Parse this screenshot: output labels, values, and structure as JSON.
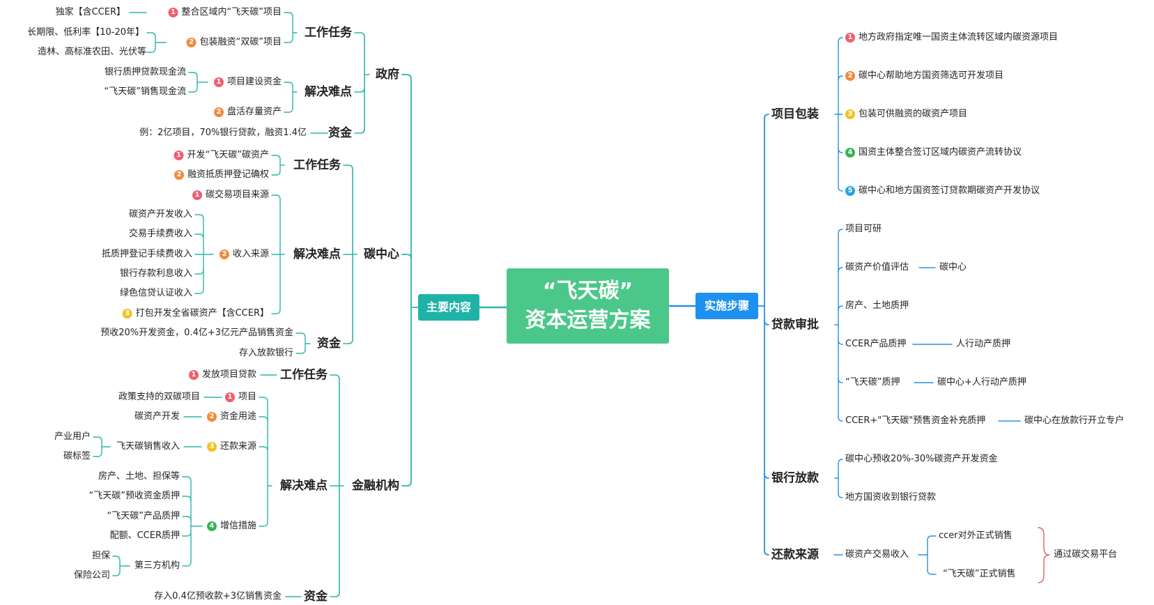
{
  "center": {
    "line1": "“飞天碳”",
    "line2": "资本运营方案"
  },
  "left_main": "主要内容",
  "right_main": "实施步骤",
  "gov": {
    "title": "政府",
    "task_title": "工作任务",
    "task1": "整合区域内“飞天碳”项目",
    "task1_sub": "独家【含CCER】",
    "task2": "包装融资“双碳”项目",
    "task2_sub1": "长期限、低利率【10-20年】",
    "task2_sub2": "造林、高标准农田、光伏等",
    "diff_title": "解决难点",
    "diff1": "项目建设资金",
    "diff1_sub1": "银行质押贷款现金流",
    "diff1_sub2": "“飞天碳”销售现金流",
    "diff2": "盘活存量资产",
    "fund_title": "资金",
    "fund_text": "例：2亿项目，70%银行贷款，融资1.4亿"
  },
  "carbon": {
    "title": "碳中心",
    "task_title": "工作任务",
    "task1": "开发“飞天碳”碳资产",
    "task2": "融资抵质押登记确权",
    "diff_title": "解决难点",
    "diff1": "碳交易项目来源",
    "diff2": "收入来源",
    "diff2_subs": [
      "碳资产开发收入",
      "交易手续费收入",
      "抵质押登记手续费收入",
      "银行存款利息收入",
      "绿色信贷认证收入"
    ],
    "diff3": "打包开发全省碳资产【含CCER】",
    "fund_title": "资金",
    "fund1": "预收20%开发资金，0.4亿+3亿元产品销售资金",
    "fund2": "存入放款银行"
  },
  "fin": {
    "title": "金融机构",
    "task_title": "工作任务",
    "task1": "发放项目贷款",
    "diff_title": "解决难点",
    "d1": "项目",
    "d1_sub": "政策支持的双碳项目",
    "d2": "资金用途",
    "d2_sub": "碳资产开发",
    "d3": "还款来源",
    "d3_sub": "飞天碳销售收入",
    "d3_subsub1": "产业用户",
    "d3_subsub2": "碳标签",
    "d4": "增信措施",
    "d4_subs": [
      "房产、土地、担保等",
      "“飞天碳”预收资金质押",
      "“飞天碳”产品质押",
      "配额、CCER质押"
    ],
    "d4_third": "第三方机构",
    "d4_third_sub1": "担保",
    "d4_third_sub2": "保险公司",
    "fund_title": "资金",
    "fund_text": "存入0.4亿预收款+3亿销售资金"
  },
  "pack": {
    "title": "项目包装",
    "items": [
      "地方政府指定唯一国资主体流转区域内碳资源项目",
      "碳中心帮助地方国资筛选可开发项目",
      "包装可供融资的碳资产项目",
      "国资主体整合签订区域内碳资产流转协议",
      "碳中心和地方国资签订贷款期碳资产开发协议"
    ]
  },
  "loan": {
    "title": "贷款审批",
    "i1": "项目可研",
    "i2": "碳资产价值评估",
    "i2_sub": "碳中心",
    "i3": "房产、土地质押",
    "i4": "CCER产品质押",
    "i4_sub": "人行动产质押",
    "i5": "“飞天碳”质押",
    "i5_sub": "碳中心+人行动产质押",
    "i6": "CCER+\"飞天碳\"预售资金补充质押",
    "i6_sub": "碳中心在放款行开立专户"
  },
  "bank": {
    "title": "银行放款",
    "i1": "碳中心预收20%-30%碳资产开发资金",
    "i2": "地方国资收到银行贷款"
  },
  "repay": {
    "title": "还款来源",
    "i1": "碳资产交易收入",
    "i1_sub1": "ccer对外正式销售",
    "i1_sub2": "“飞天碳”正式销售",
    "platform": "通过碳交易平台"
  },
  "colors": {
    "center": "#4cc78a",
    "left": "#1fb3a8",
    "right": "#1e90f0",
    "line_left": "#2ab6ac",
    "line_right": "#2a8fe0",
    "brace": "#e06060"
  }
}
